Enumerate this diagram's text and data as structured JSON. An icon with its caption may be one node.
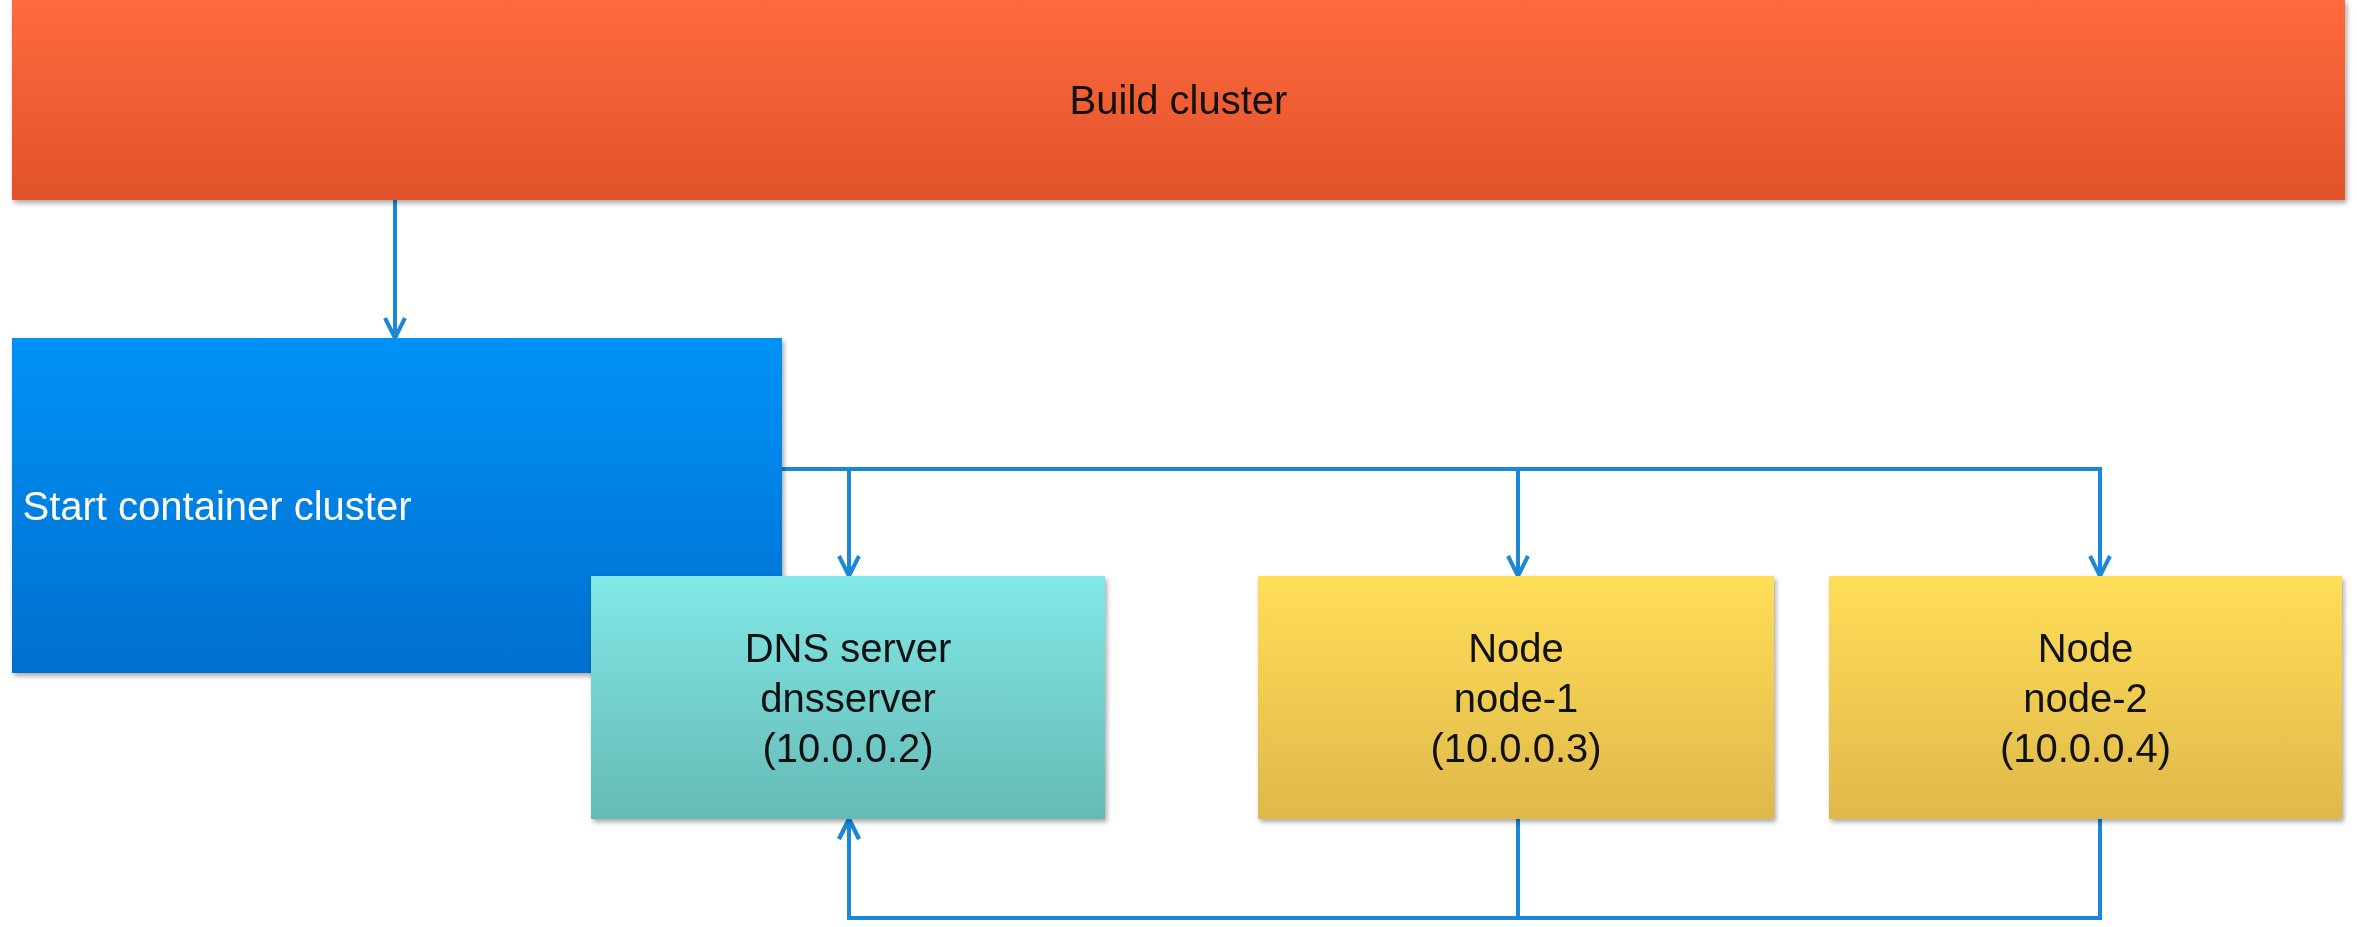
{
  "diagram": {
    "nodes": [
      {
        "text": [
          "Build cluster"
        ]
      },
      {
        "text": [
          "Start container cluster"
        ]
      },
      {
        "text": [
          "DNS server",
          "dnsserver",
          "(10.0.0.2)"
        ]
      },
      {
        "text": [
          "Node",
          "node-1",
          "(10.0.0.3)"
        ]
      },
      {
        "text": [
          "Node",
          "node-2",
          "(10.0.0.4)"
        ]
      }
    ],
    "edges": [
      {
        "from": 0,
        "to": 1,
        "arrow": "to"
      },
      {
        "from": 1,
        "to": 2,
        "arrow": "to"
      },
      {
        "from": 1,
        "to": 3,
        "arrow": "to"
      },
      {
        "from": 1,
        "to": 4,
        "arrow": "to"
      },
      {
        "from": 3,
        "to": 2,
        "arrow": "to"
      },
      {
        "from": 4,
        "to": 2,
        "arrow": "to"
      }
    ]
  }
}
